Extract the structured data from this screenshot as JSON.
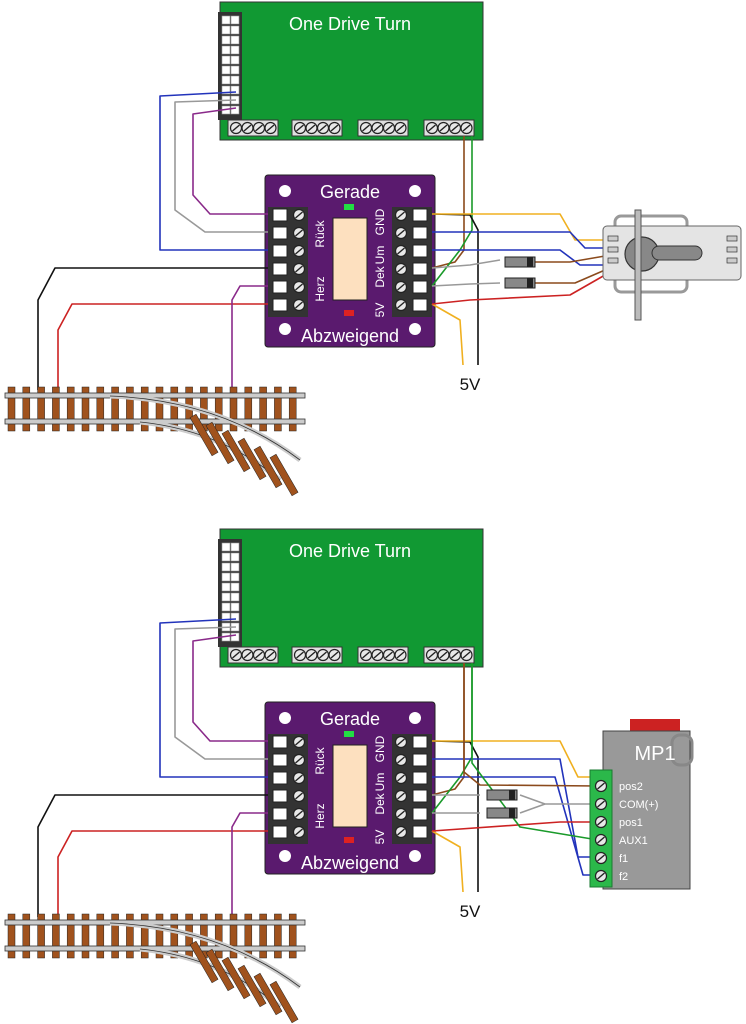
{
  "panels": [
    {
      "controller": {
        "title": "One Drive Turn"
      },
      "relay": {
        "top": "Gerade",
        "bottom": "Abzweigend",
        "left_labels": [
          "Rück",
          "Herz"
        ],
        "right_labels": [
          "Um",
          "GND",
          "5V",
          "Dek"
        ]
      },
      "supply_label": "5V",
      "device": "point-motor"
    },
    {
      "controller": {
        "title": "One Drive Turn"
      },
      "relay": {
        "top": "Gerade",
        "bottom": "Abzweigend",
        "left_labels": [
          "Rück",
          "Herz"
        ],
        "right_labels": [
          "Um",
          "GND",
          "5V",
          "Dek"
        ]
      },
      "supply_label": "5V",
      "device": "MP1",
      "mp1": {
        "title": "MP1",
        "pins": [
          "pos2",
          "COM(+)",
          "pos1",
          "AUX1",
          "f1",
          "f2"
        ]
      }
    }
  ],
  "colors": {
    "controller_green": "#119933",
    "relay_purple": "#5a1a6e",
    "wire_blue": "#2233bb",
    "wire_gray": "#999999",
    "wire_purple": "#8a2a8a",
    "wire_black": "#111111",
    "wire_red": "#cc2222",
    "wire_brown": "#8b4a1c",
    "wire_green": "#1a9a2a",
    "wire_yellow": "#f0b020",
    "rail_tie": "#a0521d"
  }
}
